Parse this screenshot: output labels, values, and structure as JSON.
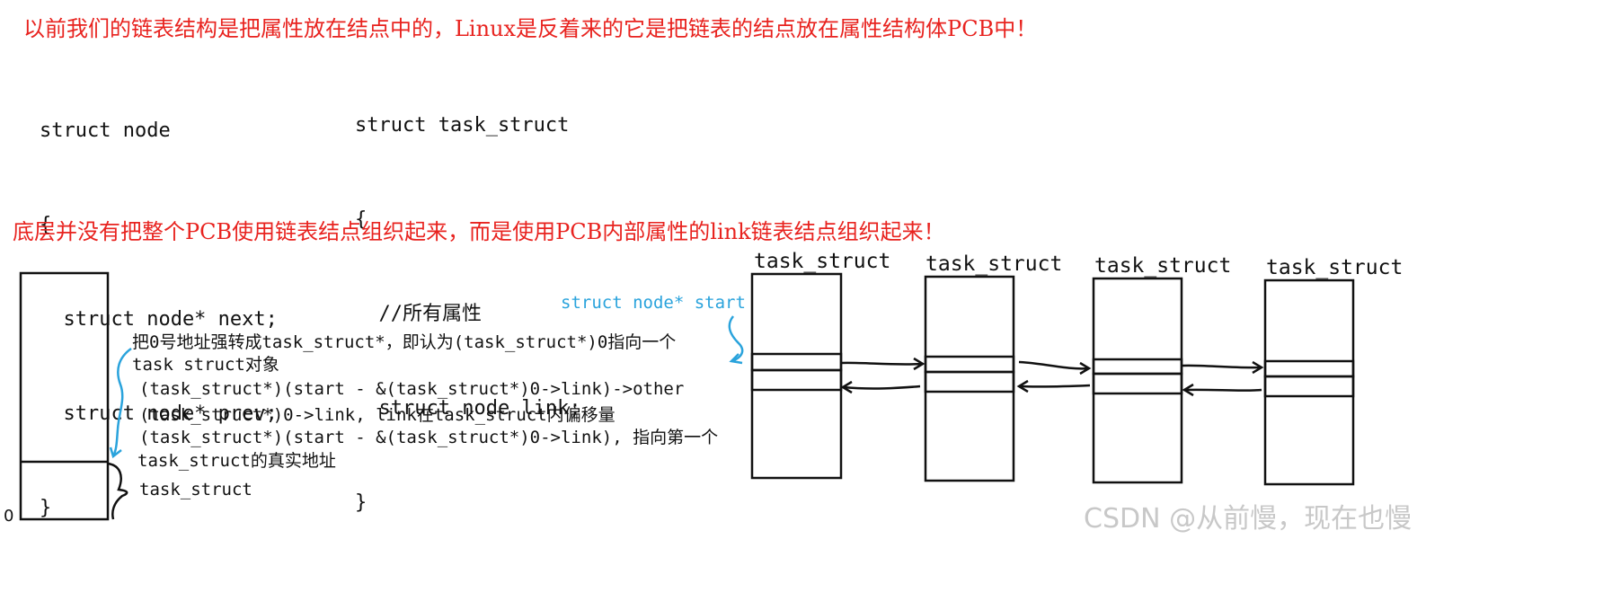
{
  "header_note": "以前我们的链表结构是把属性放在结点中的，Linux是反着来的它是把链表的结点放在属性结构体PCB中！",
  "middle_note": "底层并没有把整个PCB使用链表结点组织起来，而是使用PCB内部属性的link链表结点组织起来！",
  "code_node": [
    "struct node",
    "{",
    "  struct node* next;",
    "  struct node* prev;",
    "}"
  ],
  "code_task": [
    "struct task_struct",
    "{",
    "  //所有属性",
    "  struct node link;",
    "}"
  ],
  "annotations": {
    "line1": "把0号地址强转成task_struct*，即认为(task_struct*)0指向一个",
    "line2": "task struct对象",
    "line3": "(task_struct*)(start - &(task_struct*)0->link)->other",
    "line4": "(task_struct*)0->link, link在task_struct内偏移量",
    "line5": "(task_struct*)(start - &(task_struct*)0->link), 指向第一个",
    "line6": "task_struct的真实地址",
    "bottom_label": "task_struct",
    "zero": "0"
  },
  "start_label": "struct node* start",
  "boxes": [
    "task_struct",
    "task_struct",
    "task_struct",
    "task_struct"
  ],
  "watermark": "CSDN @从前慢，现在也慢",
  "colors": {
    "red": "#e8231f",
    "blue": "#2aa3dc",
    "ink": "#111111",
    "watermark": "#c8c8c8"
  }
}
